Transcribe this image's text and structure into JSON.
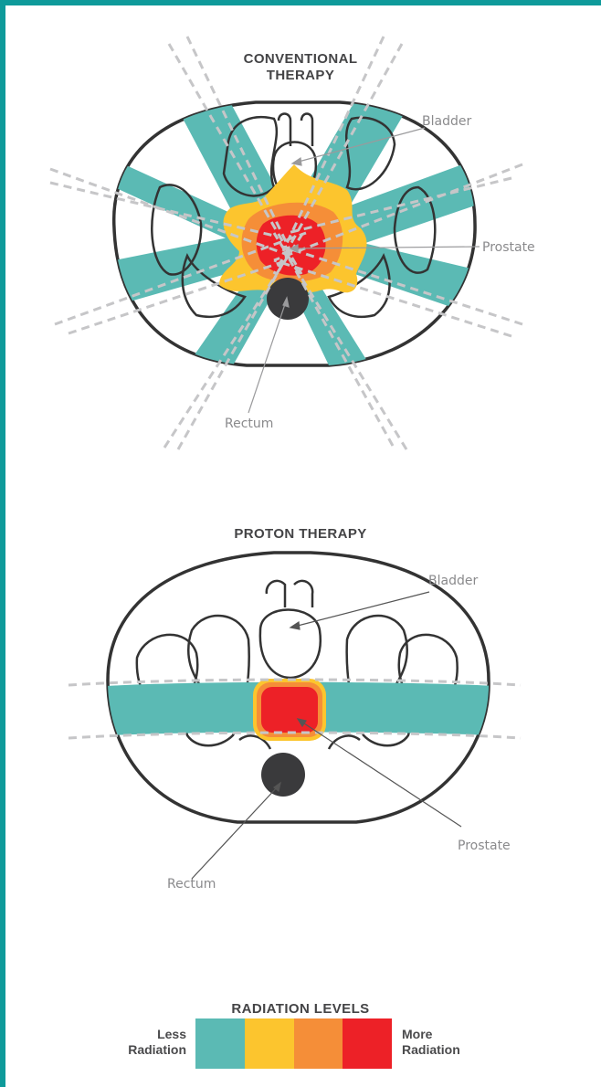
{
  "conventional": {
    "title_line1": "CONVENTIONAL",
    "title_line2": "THERAPY",
    "labels": {
      "bladder": "Bladder",
      "prostate": "Prostate",
      "rectum": "Rectum"
    }
  },
  "proton": {
    "title": "PROTON THERAPY",
    "labels": {
      "bladder": "Bladder",
      "prostate": "Prostate",
      "rectum": "Rectum"
    }
  },
  "legend": {
    "title": "RADIATION LEVELS",
    "less_line1": "Less",
    "less_line2": "Radiation",
    "more_line1": "More",
    "more_line2": "Radiation",
    "swatches": [
      "#5bbab4",
      "#fcc52e",
      "#f58e38",
      "#ed2127"
    ]
  },
  "colors": {
    "frame": "#0e9a9a",
    "beam": "#5bbab4",
    "low_dose": "#fcc52e",
    "mid_dose": "#f58e38",
    "high_dose": "#ed2127",
    "rectum": "#3a3a3c",
    "outline": "#333333"
  }
}
